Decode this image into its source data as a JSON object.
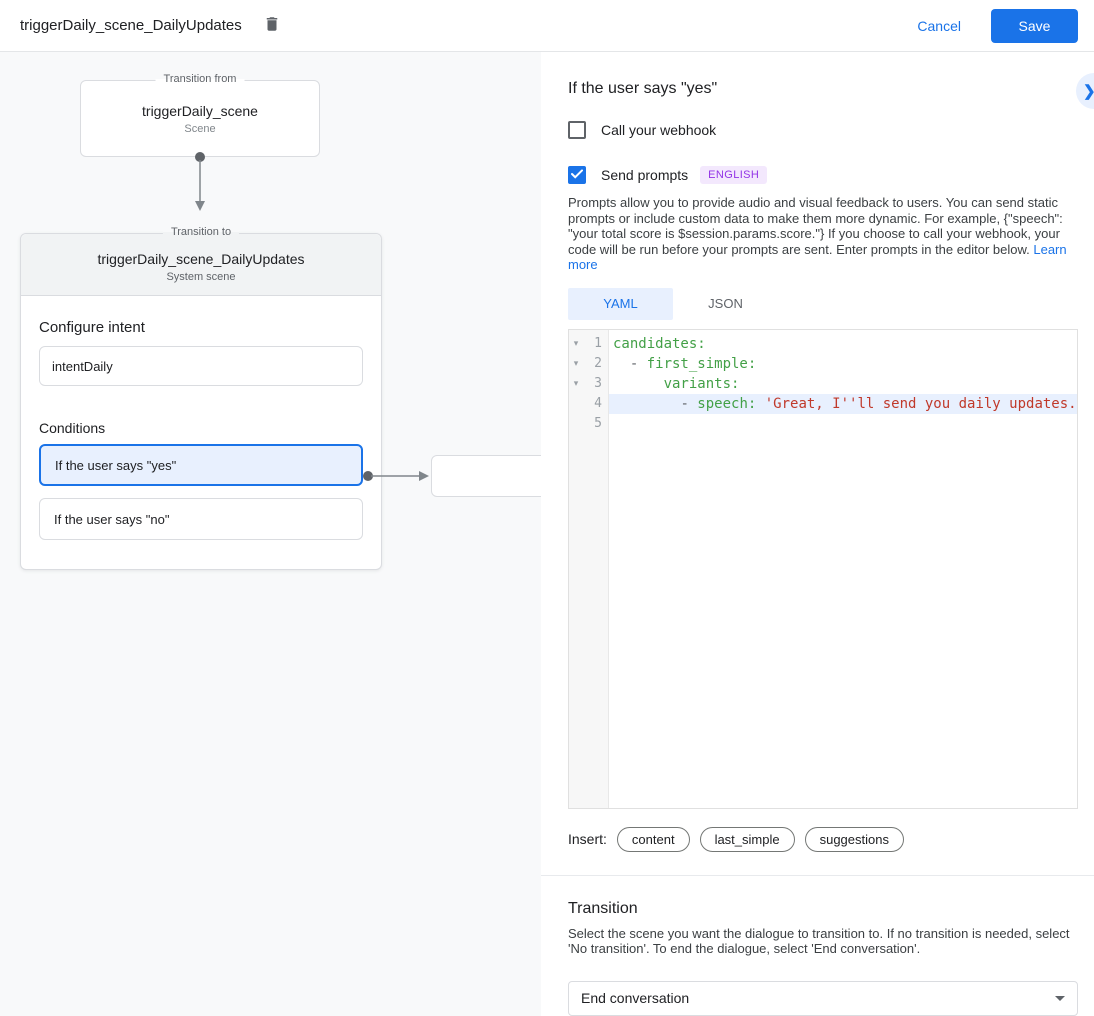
{
  "colors": {
    "accent_blue": "#1a73e8",
    "selection_blue_bg": "#e8f0fe",
    "badge_purple": "#9334e6",
    "badge_purple_bg": "#f3e8fd",
    "code_key_green": "#43a047",
    "code_string_red": "#c0392b",
    "canvas_bg": "#f8f9fa"
  },
  "topbar": {
    "title": "triggerDaily_scene_DailyUpdates",
    "cancel_label": "Cancel",
    "save_label": "Save"
  },
  "canvas": {
    "from_node": {
      "legend": "Transition from",
      "title": "triggerDaily_scene",
      "subtitle": "Scene"
    },
    "to_node": {
      "legend": "Transition to",
      "title": "triggerDaily_scene_DailyUpdates",
      "subtitle": "System scene",
      "configure_intent_label": "Configure intent",
      "intent_value": "intentDaily",
      "conditions_label": "Conditions",
      "conditions": [
        {
          "label": "If the user says \"yes\"",
          "selected": true
        },
        {
          "label": "If the user says \"no\"",
          "selected": false
        }
      ]
    }
  },
  "panel": {
    "title": "If the user says \"yes\"",
    "webhook": {
      "label": "Call your webhook",
      "checked": false
    },
    "prompts": {
      "label": "Send prompts",
      "checked": true,
      "language_badge": "ENGLISH"
    },
    "description": "Prompts allow you to provide audio and visual feedback to users. You can send static prompts or include custom data to make them more dynamic. For example, {\"speech\": \"your total score is $session.params.score.\"} If you choose to call your webhook, your code will be run before your prompts are sent. Enter prompts in the editor below. ",
    "learn_more_label": "Learn more",
    "tabs": [
      {
        "label": "YAML",
        "active": true
      },
      {
        "label": "JSON",
        "active": false
      }
    ],
    "editor": {
      "lines": [
        {
          "num": 1,
          "fold": true,
          "highlight": false,
          "tokens": [
            {
              "t": "candidates:",
              "c": "key"
            }
          ]
        },
        {
          "num": 2,
          "fold": true,
          "highlight": false,
          "tokens": [
            {
              "t": "  ",
              "c": "plain"
            },
            {
              "t": "- ",
              "c": "punc"
            },
            {
              "t": "first_simple:",
              "c": "key"
            }
          ]
        },
        {
          "num": 3,
          "fold": true,
          "highlight": false,
          "tokens": [
            {
              "t": "      ",
              "c": "plain"
            },
            {
              "t": "variants:",
              "c": "key"
            }
          ]
        },
        {
          "num": 4,
          "fold": false,
          "highlight": true,
          "tokens": [
            {
              "t": "        ",
              "c": "plain"
            },
            {
              "t": "- ",
              "c": "punc"
            },
            {
              "t": "speech: ",
              "c": "key"
            },
            {
              "t": "'Great, I''ll send you daily updates.",
              "c": "str"
            }
          ]
        },
        {
          "num": 5,
          "fold": false,
          "highlight": false,
          "tokens": []
        }
      ]
    },
    "insert": {
      "label": "Insert:",
      "pills": [
        "content",
        "last_simple",
        "suggestions"
      ]
    },
    "transition": {
      "title": "Transition",
      "description": "Select the scene you want the dialogue to transition to. If no transition is needed, select 'No transition'. To end the dialogue, select 'End conversation'.",
      "select_value": "End conversation"
    }
  }
}
